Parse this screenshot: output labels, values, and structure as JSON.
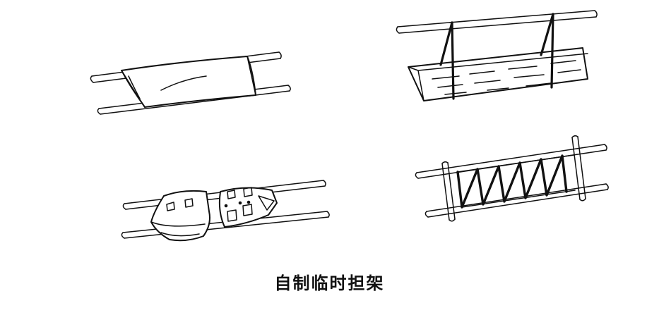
{
  "caption": "自制临时担架",
  "colors": {
    "ink": "#111111",
    "background": "#ffffff"
  },
  "figures": [
    {
      "id": "blanket-stretcher"
    },
    {
      "id": "plank-stretcher"
    },
    {
      "id": "clothing-stretcher"
    },
    {
      "id": "rope-stretcher"
    }
  ]
}
